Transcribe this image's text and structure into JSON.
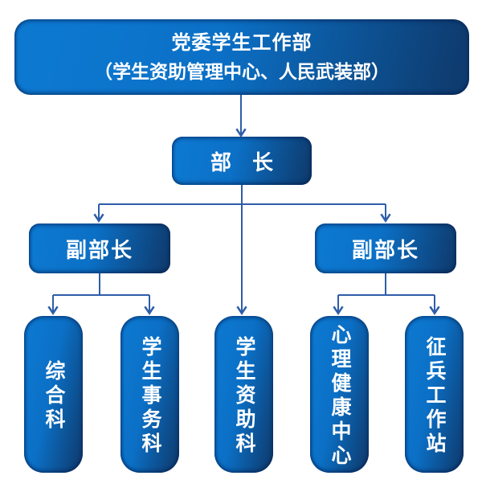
{
  "org_chart": {
    "root": {
      "title": "党委学生工作部",
      "subtitle": "（学生资助管理中心、人民武装部）"
    },
    "minister": {
      "label": "部　长"
    },
    "deputy_left": {
      "label": "副部长"
    },
    "deputy_right": {
      "label": "副部长"
    },
    "departments": [
      {
        "label": "综合科"
      },
      {
        "label": "学生事务科"
      },
      {
        "label": "学生资助科"
      },
      {
        "label": "心理健康中心"
      },
      {
        "label": "征兵工作站"
      }
    ],
    "colors": {
      "box_gradient_light": "#0d78d0",
      "box_gradient_dark": "#0e3c70",
      "connector": "#2e5da8",
      "text": "#ffffff",
      "background": "#ffffff"
    }
  }
}
